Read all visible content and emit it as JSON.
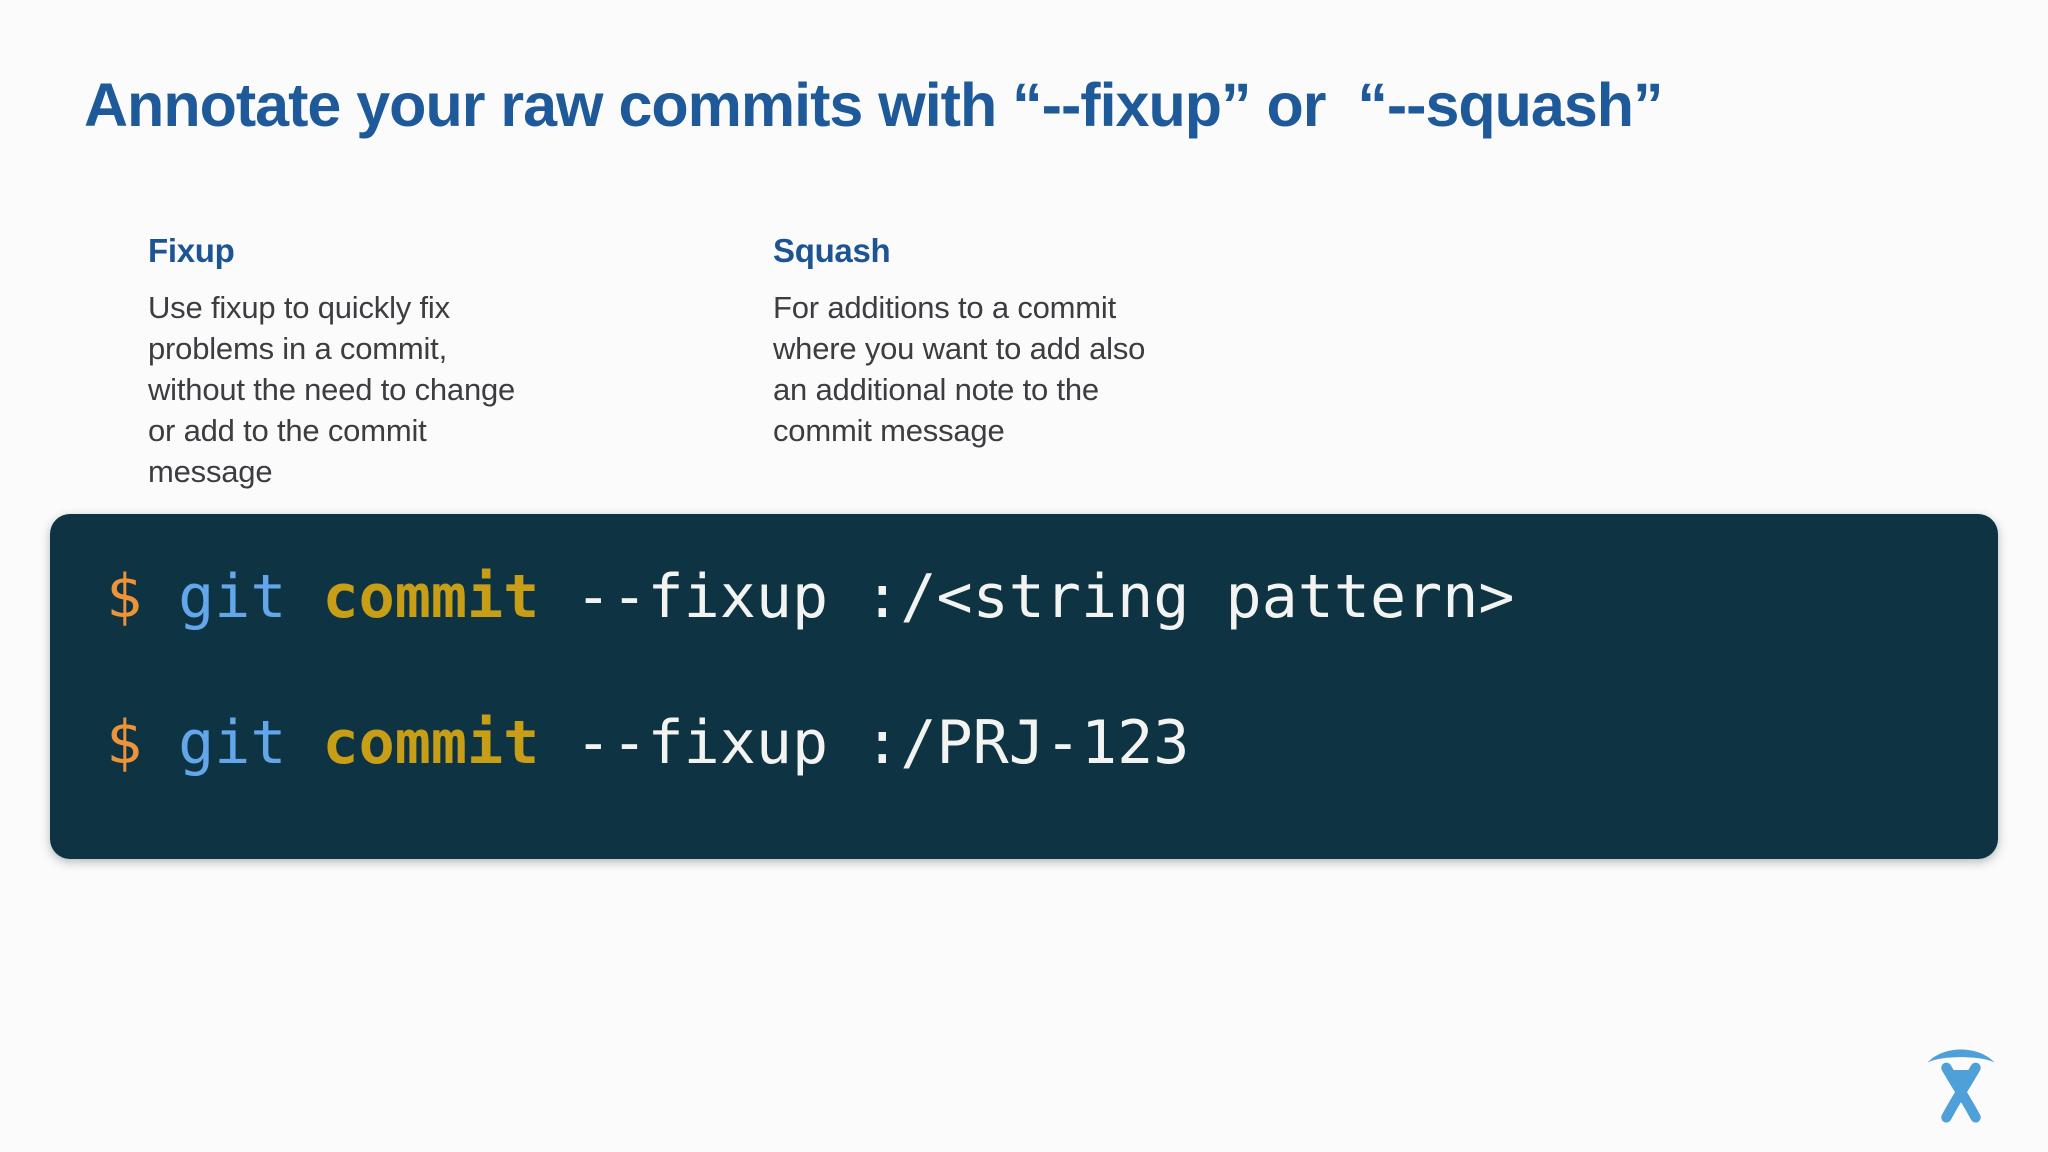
{
  "slide": {
    "title": "Annotate your raw commits with “--fixup” or  “--squash”",
    "columns": [
      {
        "heading": "Fixup",
        "body": "Use fixup to quickly fix\nproblems in a commit,\nwithout the need to change\nor add to the commit\nmessage"
      },
      {
        "heading": "Squash",
        "body": "For additions to a commit\nwhere you want to add also\nan additional note to the\ncommit message"
      }
    ],
    "terminal": {
      "lines": [
        {
          "prompt": "$",
          "program": "git",
          "subcommand": "commit",
          "args": "--fixup :/<string pattern>"
        },
        {
          "prompt": "$",
          "program": "git",
          "subcommand": "commit",
          "args": "--fixup :/PRJ-123"
        }
      ]
    },
    "footer_logo": "atlassian-logo"
  },
  "colors": {
    "slide_bg": "#fbfbfb",
    "title_blue": "#1e5a9a",
    "heading_blue": "#1d5493",
    "body_text": "#3b3d40",
    "terminal_bg": "#0e3444",
    "prompt_orange": "#ee9338",
    "command_blue": "#63a6ea",
    "subcommand_gold": "#c89e17",
    "args_white": "#f3f4f1",
    "logo_blue": "#4f9fd9"
  }
}
